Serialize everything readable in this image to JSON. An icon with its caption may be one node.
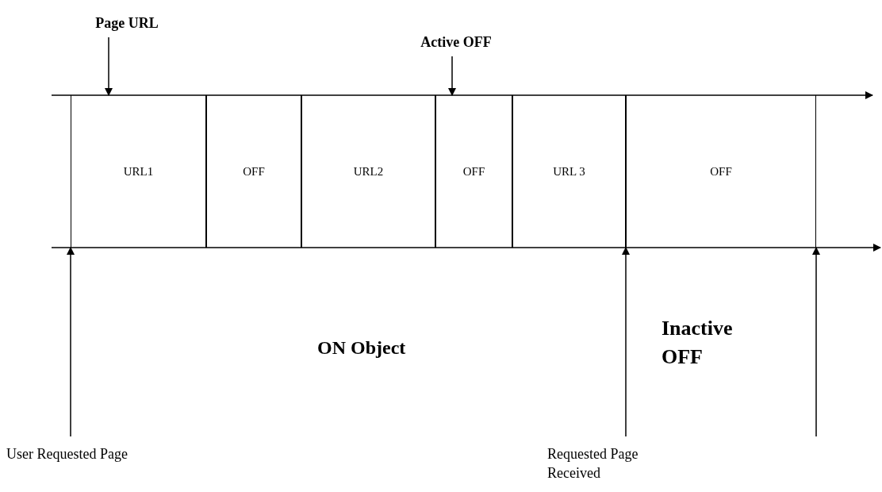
{
  "diagram": {
    "nodes": [
      {
        "text": [
          "Page URL"
        ]
      },
      {
        "text": [
          "Active OFF"
        ]
      },
      {
        "text": [
          "URL1"
        ]
      },
      {
        "text": [
          "OFF"
        ]
      },
      {
        "text": [
          "URL2"
        ]
      },
      {
        "text": [
          "OFF"
        ]
      },
      {
        "text": [
          "URL 3"
        ]
      },
      {
        "text": [
          "OFF"
        ]
      },
      {
        "text": [
          "User Requested Page"
        ]
      },
      {
        "text": [
          "Requested Page Received"
        ]
      }
    ],
    "edges": [
      {
        "from": 0,
        "to": 2,
        "arrow": "to"
      },
      {
        "from": 1,
        "to": 5,
        "arrow": "to"
      },
      {
        "from": 8,
        "to": 2,
        "arrow": "to"
      },
      {
        "from": 9,
        "to": 7,
        "arrow": "to"
      },
      {
        "from": null,
        "to": 7,
        "arrow": "to"
      }
    ],
    "labels": [
      "ON Object",
      "Inactive OFF"
    ]
  }
}
